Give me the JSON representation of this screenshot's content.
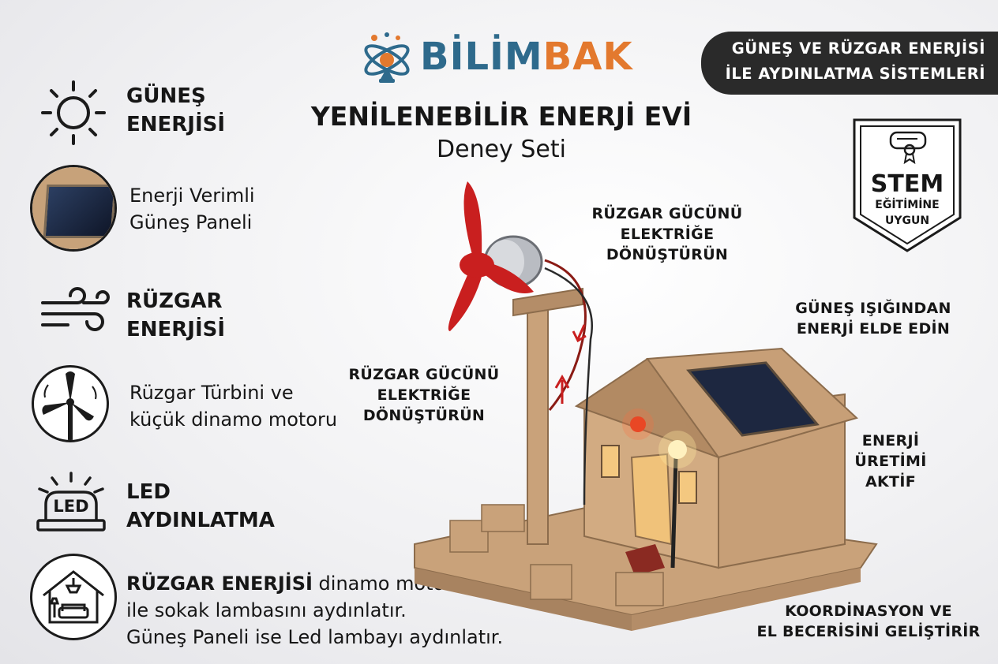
{
  "brand": {
    "part1": "BİLİM",
    "part2": "BAK",
    "colors": {
      "blue": "#2e6a8c",
      "orange": "#e3792e"
    }
  },
  "title": "YENİLENEBİLİR ENERJİ EVİ",
  "subtitle": "Deney Seti",
  "banner": {
    "line1": "GÜNEŞ VE RÜZGAR ENERJİSİ",
    "line2": "İLE AYDINLATMA SİSTEMLERİ"
  },
  "stem": {
    "line1": "STEM",
    "line2": "EĞİTİMİNE",
    "line3": "UYGUN",
    "icon": "diploma-icon"
  },
  "features": {
    "solar": {
      "title1": "GÜNEŞ",
      "title2": "ENERJİSİ",
      "icon": "sun-icon"
    },
    "panel": {
      "line1": "Enerji Verimli",
      "line2": "Güneş Paneli",
      "icon": "solar-panel-icon"
    },
    "wind": {
      "title1": "RÜZGAR",
      "title2": "ENERJİSİ",
      "icon": "wind-icon"
    },
    "turbine": {
      "line1": "Rüzgar Türbini ve",
      "line2": "küçük dinamo motoru",
      "icon": "turbine-icon"
    },
    "led": {
      "title1": "LED",
      "title2": "AYDINLATMA",
      "icon": "led-icon",
      "icon_text": "LED"
    },
    "summary": {
      "line1_bold": "RÜZGAR ENERJİSİ",
      "line1_rest": " dinamo motoru",
      "line2": "ile sokak lambasını aydınlatır.",
      "line3": "Güneş Paneli ise Led lambayı aydınlatır.",
      "icon": "house-lamp-icon"
    }
  },
  "callouts": {
    "wind_top": {
      "line1": "RÜZGAR GÜCÜNÜ",
      "line2": "ELEKTRİĞE",
      "line3": "DÖNÜŞTÜRÜN"
    },
    "wind_mid": {
      "line1": "RÜZGAR GÜCÜNÜ",
      "line2": "ELEKTRİĞE",
      "line3": "DÖNÜŞTÜRÜN"
    },
    "sun": {
      "line1": "GÜNEŞ IŞIĞINDAN",
      "line2": "ENERJİ ELDE EDİN"
    },
    "energy": {
      "line1": "ENERJİ",
      "line2": "ÜRETİMİ",
      "line3": "AKTİF"
    },
    "skill": {
      "line1": "KOORDİNASYON VE",
      "line2": "EL BECERİSİNİ GELİŞTİRİR"
    }
  }
}
